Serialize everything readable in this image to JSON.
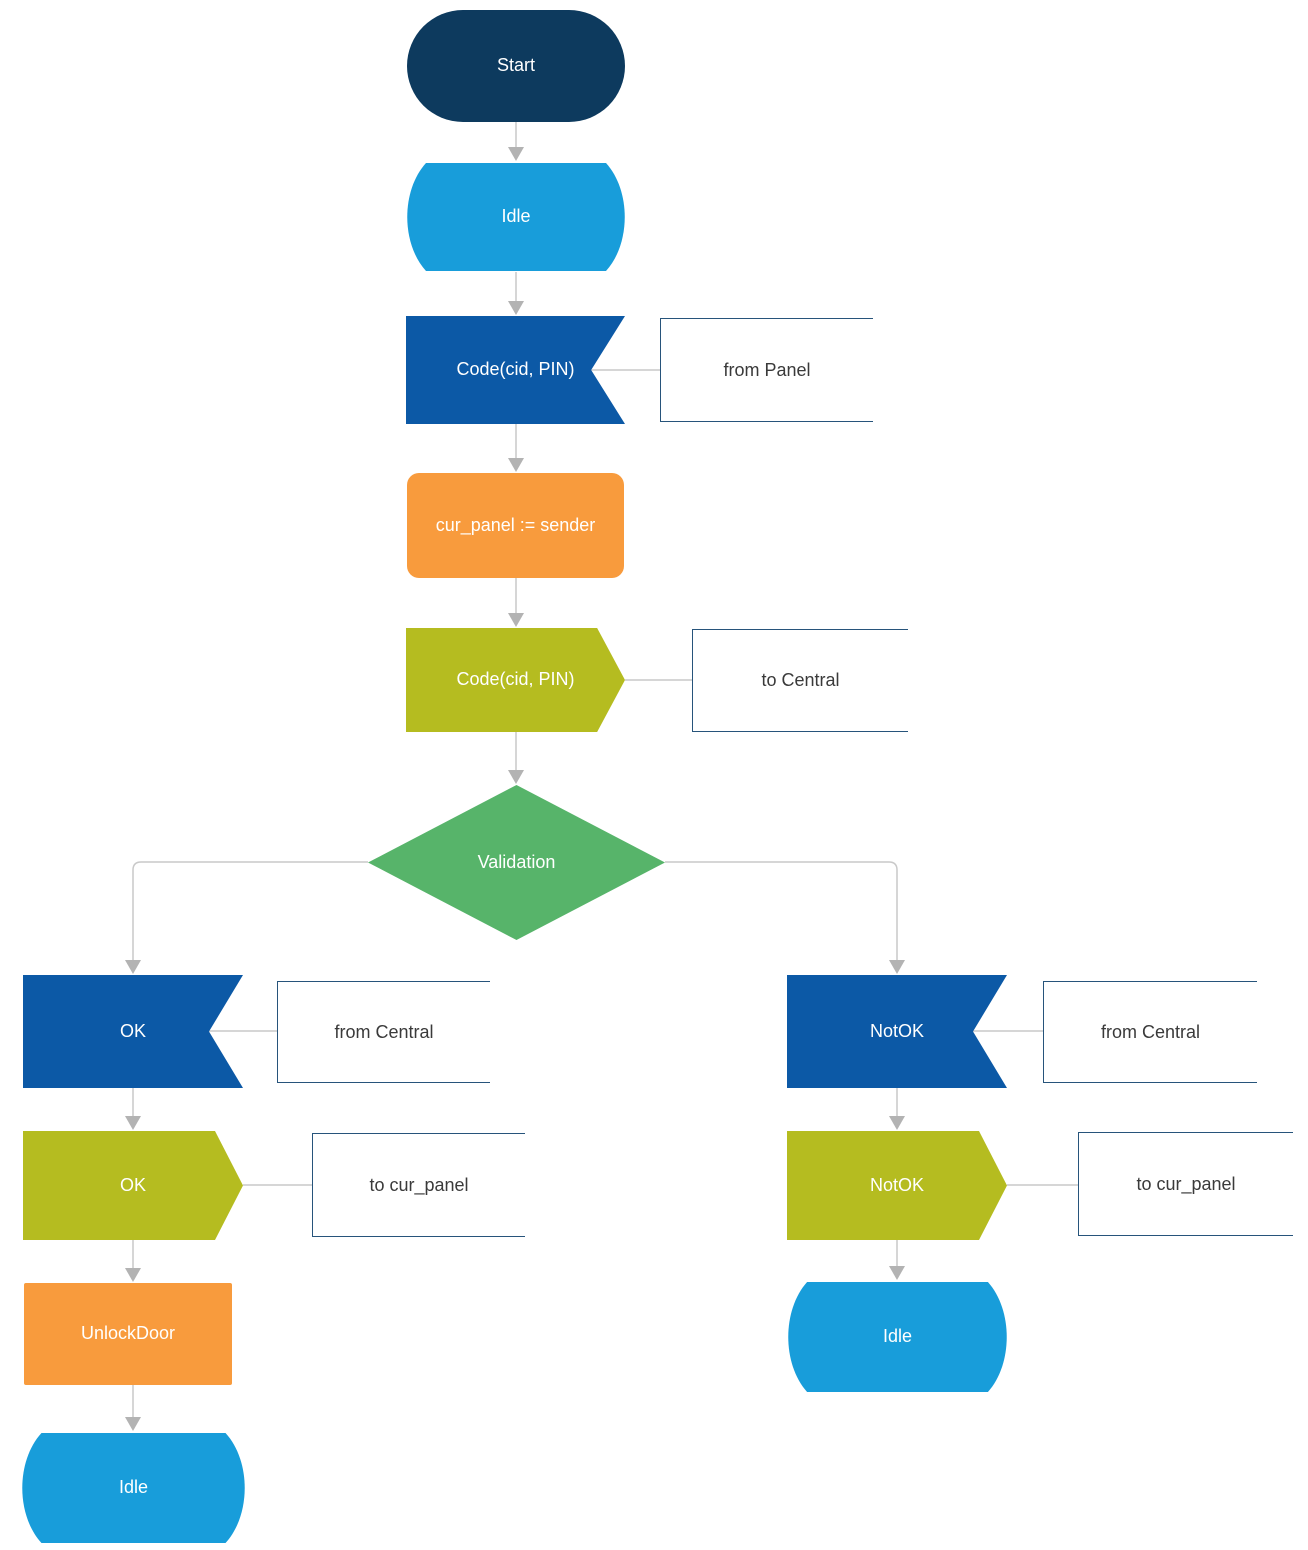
{
  "nodes": {
    "start": {
      "label": "Start",
      "type": "start"
    },
    "idle_top": {
      "label": "Idle",
      "type": "state"
    },
    "code_input": {
      "label": "Code(cid, PIN)",
      "type": "input-signal"
    },
    "cur_panel": {
      "label": "cur_panel := sender",
      "type": "task"
    },
    "code_output": {
      "label": "Code(cid, PIN)",
      "type": "output-signal"
    },
    "validation": {
      "label": "Validation",
      "type": "decision"
    },
    "ok_input": {
      "label": "OK",
      "type": "input-signal"
    },
    "ok_output": {
      "label": "OK",
      "type": "output-signal"
    },
    "unlock_door": {
      "label": "UnlockDoor",
      "type": "task"
    },
    "idle_left": {
      "label": "Idle",
      "type": "state"
    },
    "notok_input": {
      "label": "NotOK",
      "type": "input-signal"
    },
    "notok_output": {
      "label": "NotOK",
      "type": "output-signal"
    },
    "idle_right": {
      "label": "Idle",
      "type": "state"
    }
  },
  "comments": {
    "from_panel": "from Panel",
    "to_central": "to Central",
    "from_central_left": "from Central",
    "to_cur_panel_left": "to cur_panel",
    "from_central_right": "from Central",
    "to_cur_panel_right": "to cur_panel"
  },
  "colors": {
    "background": "#ffffff",
    "start_fill": "#0d3a5e",
    "state_fill": "#189dda",
    "input_fill": "#0c59a6",
    "task_fill": "#f89b3d",
    "output_fill": "#b5bc20",
    "decision_fill": "#57b46a",
    "node_text": "#ffffff",
    "comment_border": "#27547b",
    "comment_text": "#3a3a3a",
    "connector_line": "#c9c9c9",
    "connector_arrow": "#b3b3b3"
  }
}
